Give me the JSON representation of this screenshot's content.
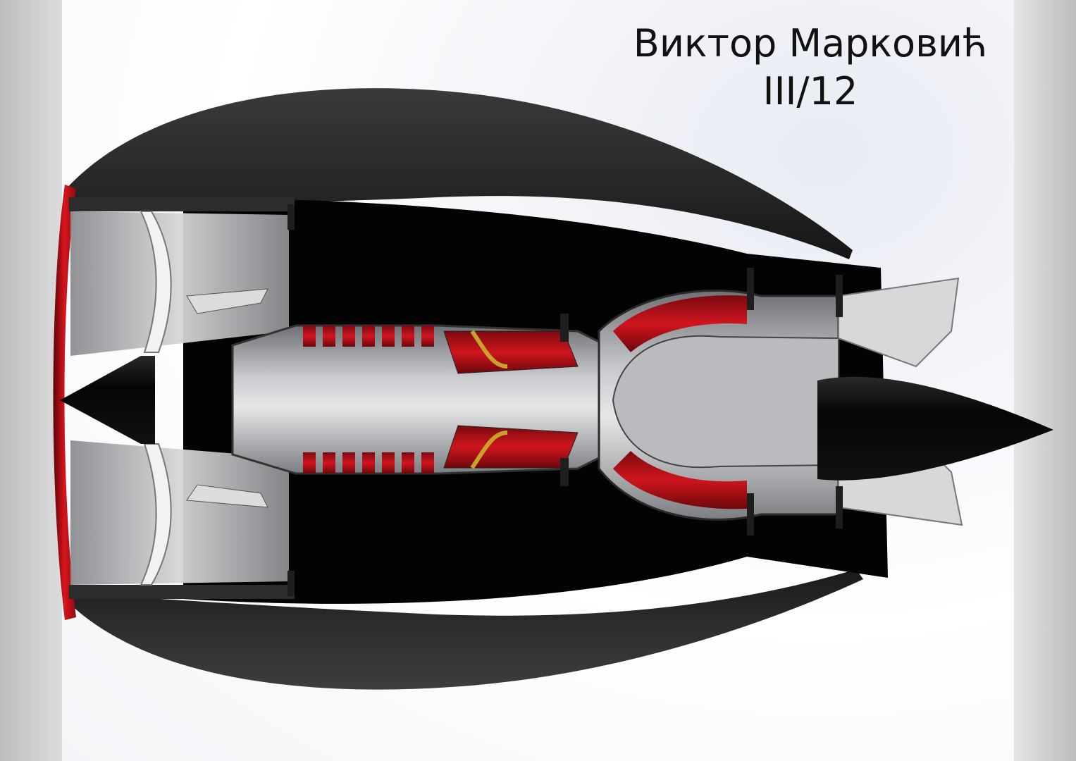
{
  "caption": {
    "author": "Виктор Марковић",
    "code": "III/12"
  },
  "illustration": {
    "subject": "turbofan-engine-cutaway",
    "colors": {
      "nacelle": "#2b2b2b",
      "duct": "#050505",
      "metal": "#a9abae",
      "accent_red": "#c4121a",
      "cone": "#060606"
    }
  }
}
